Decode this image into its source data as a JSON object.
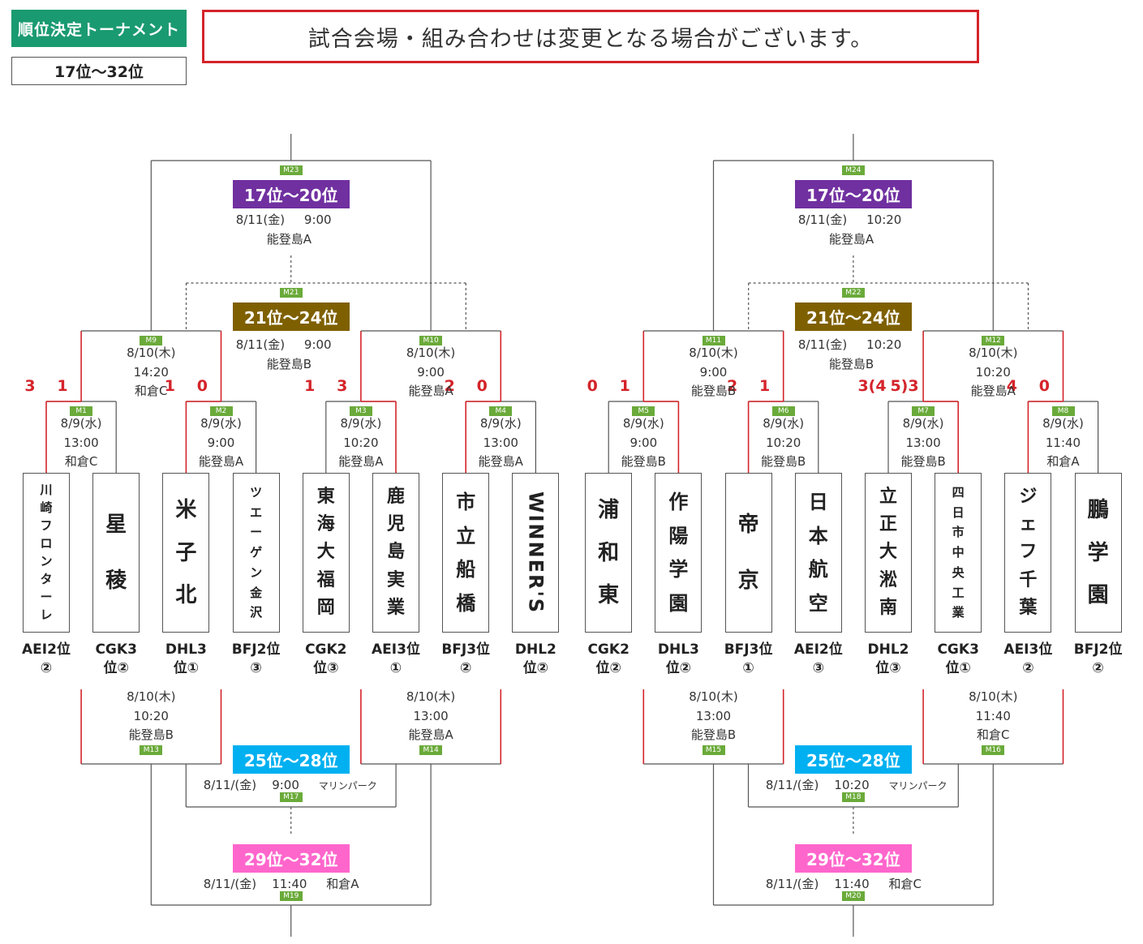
{
  "header": {
    "title": "順位決定トーナメント",
    "range": "17位～32位",
    "notice": "試合会場・組み合わせは変更となる場合がございます。"
  },
  "teams": [
    {
      "name": "川崎フロンターレ",
      "code": "AEI",
      "seed": "2位②"
    },
    {
      "name": "星稜",
      "code": "CGK",
      "seed": "3位②"
    },
    {
      "name": "米子北",
      "code": "DHL",
      "seed": "3位①"
    },
    {
      "name": "ツエーゲン金沢",
      "code": "BFJ",
      "seed": "2位③"
    },
    {
      "name": "東海大福岡",
      "code": "CGK",
      "seed": "2位③"
    },
    {
      "name": "鹿児島実業",
      "code": "AEI",
      "seed": "3位①"
    },
    {
      "name": "市立船橋",
      "code": "BFJ",
      "seed": "3位②"
    },
    {
      "name": "WINNER'S",
      "code": "DHL",
      "seed": "2位②"
    },
    {
      "name": "浦和東",
      "code": "CGK",
      "seed": "2位②"
    },
    {
      "name": "作陽学園",
      "code": "DHL",
      "seed": "3位②"
    },
    {
      "name": "帝京",
      "code": "BFJ",
      "seed": "3位①"
    },
    {
      "name": "日本航空",
      "code": "AEI",
      "seed": "2位③"
    },
    {
      "name": "立正大淞南",
      "code": "DHL",
      "seed": "2位③"
    },
    {
      "name": "四日市中央工業",
      "code": "CGK",
      "seed": "3位①"
    },
    {
      "name": "ジェフ千葉",
      "code": "AEI",
      "seed": "3位②"
    },
    {
      "name": "鵬学園",
      "code": "BFJ",
      "seed": "2位②"
    }
  ],
  "round1": [
    {
      "label": "M1",
      "date": "8/9(水)",
      "time": "13:00",
      "venue": "和倉C",
      "scoreL": "3",
      "scoreR": "1"
    },
    {
      "label": "M2",
      "date": "8/9(水)",
      "time": "9:00",
      "venue": "能登島A",
      "scoreL": "1",
      "scoreR": "0"
    },
    {
      "label": "M3",
      "date": "8/9(水)",
      "time": "10:20",
      "venue": "能登島A",
      "scoreL": "1",
      "scoreR": "3"
    },
    {
      "label": "M4",
      "date": "8/9(水)",
      "time": "13:00",
      "venue": "能登島A",
      "scoreL": "2",
      "scoreR": "0"
    },
    {
      "label": "M5",
      "date": "8/9(水)",
      "time": "9:00",
      "venue": "能登島B",
      "scoreL": "0",
      "scoreR": "1"
    },
    {
      "label": "M6",
      "date": "8/9(水)",
      "time": "10:20",
      "venue": "能登島B",
      "scoreL": "2",
      "scoreR": "1"
    },
    {
      "label": "M7",
      "date": "8/9(水)",
      "time": "13:00",
      "venue": "能登島B",
      "scoreL": "3(4",
      "scoreR": "5)3"
    },
    {
      "label": "M8",
      "date": "8/9(水)",
      "time": "11:40",
      "venue": "和倉A",
      "scoreL": "4",
      "scoreR": "0"
    }
  ],
  "round2": [
    {
      "label": "M9",
      "date": "8/10(木)",
      "time": "14:20",
      "venue": "和倉C"
    },
    {
      "label": "M10",
      "date": "8/10(木)",
      "time": "9:00",
      "venue": "能登島A"
    },
    {
      "label": "M11",
      "date": "8/10(木)",
      "time": "9:00",
      "venue": "能登島B"
    },
    {
      "label": "M12",
      "date": "8/10(木)",
      "time": "10:20",
      "venue": "能登島A"
    }
  ],
  "losers2": [
    {
      "label": "M13",
      "date": "8/10(木)",
      "time": "10:20",
      "venue": "能登島B"
    },
    {
      "label": "M14",
      "date": "8/10(木)",
      "time": "13:00",
      "venue": "能登島A"
    },
    {
      "label": "M15",
      "date": "8/10(木)",
      "time": "13:00",
      "venue": "能登島B"
    },
    {
      "label": "M16",
      "date": "8/10(木)",
      "time": "11:40",
      "venue": "和倉C"
    }
  ],
  "finals": {
    "top": [
      {
        "label": "M23",
        "rank": "17位～20位",
        "date": "8/11(金)",
        "time": "9:00",
        "venue": "能登島A"
      },
      {
        "label": "M24",
        "rank": "17位～20位",
        "date": "8/11(金)",
        "time": "10:20",
        "venue": "能登島A"
      }
    ],
    "mid": [
      {
        "label": "M21",
        "rank": "21位～24位",
        "date": "8/11(金)",
        "time": "9:00",
        "venue": "能登島B"
      },
      {
        "label": "M22",
        "rank": "21位～24位",
        "date": "8/11(金)",
        "time": "10:20",
        "venue": "能登島B"
      }
    ],
    "low": [
      {
        "label": "M17",
        "rank": "25位～28位",
        "date": "8/11/(金)",
        "time": "9:00",
        "venue": "マリンパーク"
      },
      {
        "label": "M18",
        "rank": "25位～28位",
        "date": "8/11/(金)",
        "time": "10:20",
        "venue": "マリンパーク"
      }
    ],
    "bottom": [
      {
        "label": "M19",
        "rank": "29位～32位",
        "date": "8/11/(金)",
        "time": "11:40",
        "venue": "和倉A"
      },
      {
        "label": "M20",
        "rank": "29位～32位",
        "date": "8/11/(金)",
        "time": "11:40",
        "venue": "和倉C"
      }
    ]
  },
  "colors": {
    "winner": "#d4242a",
    "line": "#555555",
    "purple": "#7030a0",
    "brown": "#7f6000",
    "cyan": "#00b0f0",
    "pink": "#ff66cc",
    "green": "#1a9a70",
    "label": "#6aaa3a"
  }
}
